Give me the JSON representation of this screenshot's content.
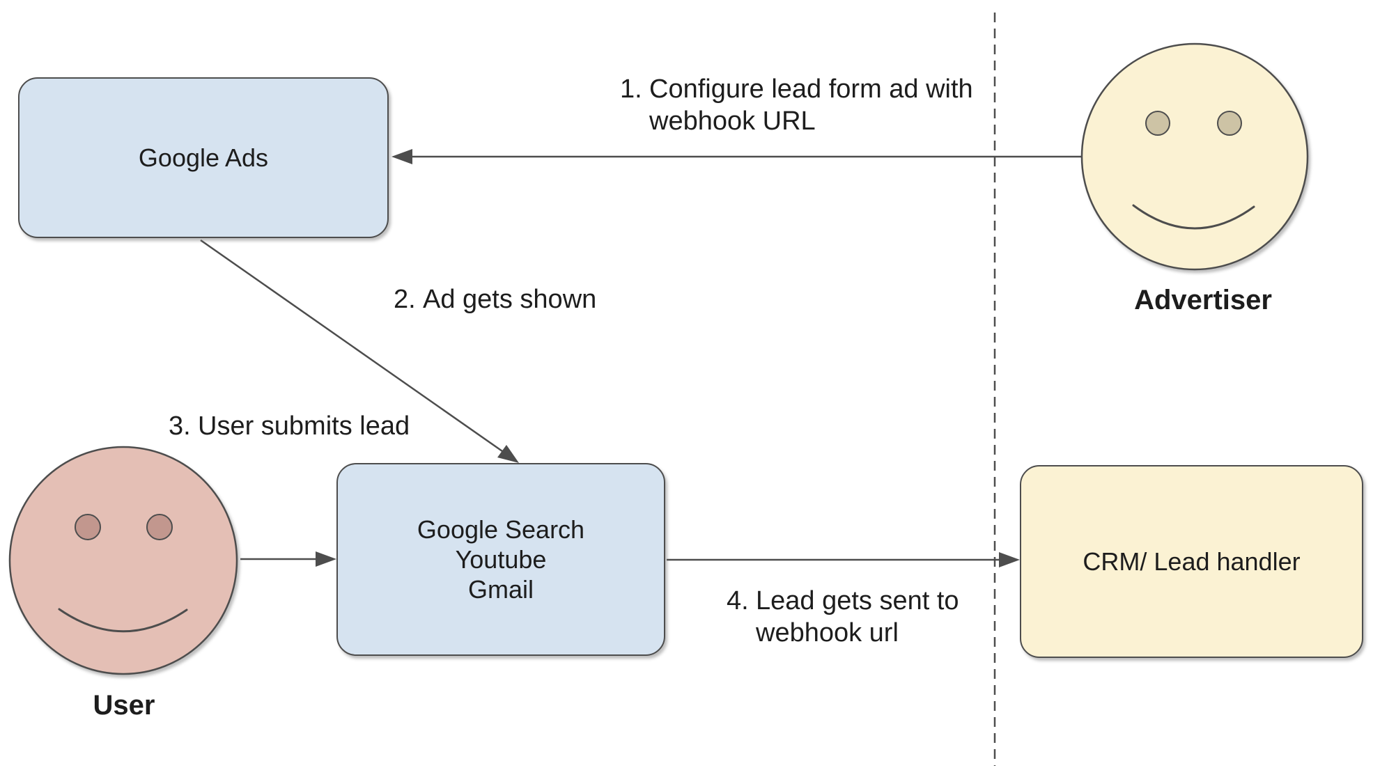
{
  "colors": {
    "bg": "#ffffff",
    "line": "#4d4d4d",
    "text": "#1d1d1d",
    "blue-fill": "#d6e3f0",
    "yellow-fill": "#fbf2d3",
    "pink-fill": "#e4bfb5",
    "pink-eye": "#c2978e",
    "tan-eye": "#cdc3a5"
  },
  "nodes": {
    "google_ads": {
      "label": "Google Ads"
    },
    "google_search": {
      "lines": [
        "Google Search",
        "Youtube",
        "Gmail"
      ]
    },
    "crm": {
      "label": "CRM/ Lead handler"
    },
    "advertiser": {
      "label": "Advertiser"
    },
    "user": {
      "label": "User"
    }
  },
  "steps": [
    {
      "num": "1.",
      "lines": [
        "Configure lead form ad with",
        "webhook URL"
      ]
    },
    {
      "num": "2.",
      "lines": [
        "Ad gets shown"
      ]
    },
    {
      "num": "3.",
      "lines": [
        "User submits lead"
      ]
    },
    {
      "num": "4.",
      "lines": [
        "Lead gets sent to",
        "webhook url"
      ]
    }
  ]
}
